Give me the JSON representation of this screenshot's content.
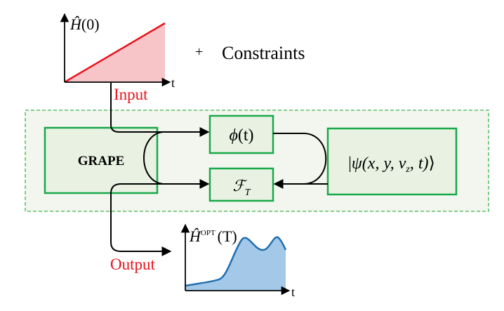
{
  "input_plot": {
    "y_label_symbol": "Ĥ",
    "y_label_arg": "(0)",
    "x_label": "t",
    "fill_color": "#f7c5c8",
    "line_color": "#e8141c"
  },
  "constraints": {
    "plus": "+",
    "label": "Constraints"
  },
  "input_label": "Input",
  "output_label": "Output",
  "grape_box": {
    "label": "GRAPE"
  },
  "phi_box": {
    "symbol": "ϕ",
    "arg": "(t)"
  },
  "fidelity_box": {
    "symbol": "ℱ",
    "subscript": "T"
  },
  "psi_box": {
    "left_bar": "|",
    "symbol": "ψ",
    "args": "(x, y, v",
    "args_sub": "z",
    "args_end": ", t)",
    "right_bracket": "⟩"
  },
  "output_plot": {
    "y_label_symbol": "Ĥ",
    "y_label_sup": "OPT",
    "y_label_arg": "(T)",
    "x_label": "t",
    "fill_color": "#a4c8e8",
    "line_color": "#1f6fb0"
  },
  "colors": {
    "box_border": "#19a84a",
    "box_fill": "#e9f2e2",
    "panel_fill": "#f2f6ee",
    "panel_border": "#3cb54a",
    "highlight_text": "#e8141c",
    "arrow": "#000000"
  }
}
